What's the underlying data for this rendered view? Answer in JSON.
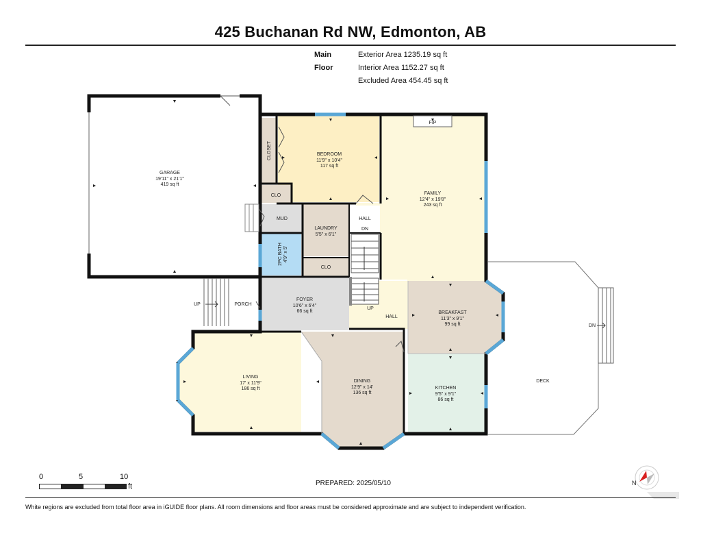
{
  "title": "425 Buchanan Rd NW, Edmonton, AB",
  "floor": {
    "name": "Main Floor",
    "areas": [
      "Exterior Area 1235.19 sq ft",
      "Interior Area 1152.27 sq ft",
      "Excluded Area 454.45 sq ft"
    ]
  },
  "rooms": {
    "garage": {
      "name": "GARAGE",
      "dims": "19'11\" x 21'1\"",
      "area": "419 sq ft"
    },
    "bedroom": {
      "name": "BEDROOM",
      "dims": "11'9\" x 10'4\"",
      "area": "117 sq ft"
    },
    "family": {
      "name": "FAMILY",
      "dims": "12'4\" x 19'8\"",
      "area": "243 sq ft"
    },
    "laundry": {
      "name": "LAUNDRY",
      "dims": "5'5\" x 6'1\""
    },
    "bath": {
      "name": "2PC BATH",
      "dims": "4'9\" x 5'"
    },
    "foyer": {
      "name": "FOYER",
      "dims": "10'6\" x 6'4\"",
      "area": "66 sq ft"
    },
    "breakfast": {
      "name": "BREAKFAST",
      "dims": "11'3\" x 9'1\"",
      "area": "99 sq ft"
    },
    "living": {
      "name": "LIVING",
      "dims": "17' x 11'9\"",
      "area": "186 sq ft"
    },
    "dining": {
      "name": "DINING",
      "dims": "12'9\" x 14'",
      "area": "136 sq ft"
    },
    "kitchen": {
      "name": "KITCHEN",
      "dims": "9'5\" x 9'1\"",
      "area": "86 sq ft"
    }
  },
  "labels": {
    "closet": "CLOSET",
    "clo_upper": "CLO",
    "clo_lower": "CLO",
    "mud": "MUD",
    "hall_upper": "HALL",
    "hall_lower": "HALL",
    "dn_stair": "DN",
    "up_stair": "UP",
    "porch": "PORCH",
    "up_porch": "UP",
    "deck": "DECK",
    "dn_deck": "DN",
    "fp": "F/P"
  },
  "scale": {
    "ticks": [
      "0",
      "5",
      "10"
    ],
    "unit": "ft"
  },
  "prepared": "PREPARED: 2025/05/10",
  "compass": {
    "label": "N"
  },
  "disclaimer": "White regions are excluded from total floor area in iGUIDE floor plans. All room dimensions and floor areas must be considered approximate and are subject to independent verification.",
  "colors": {
    "wall": "#111111",
    "window": "#5aa7d6",
    "bedroom": "#fdefc4",
    "family": "#fdf8dc",
    "living": "#fdf8dc",
    "laundry": "#e6ddd0",
    "bath": "#b4dcf4",
    "foyer": "#dedede",
    "breakfast": "#e4dacd",
    "dining": "#e4dacd",
    "kitchen": "#e3f1e8",
    "closet": "#e4dacd",
    "hall": "#fdf8dc"
  }
}
